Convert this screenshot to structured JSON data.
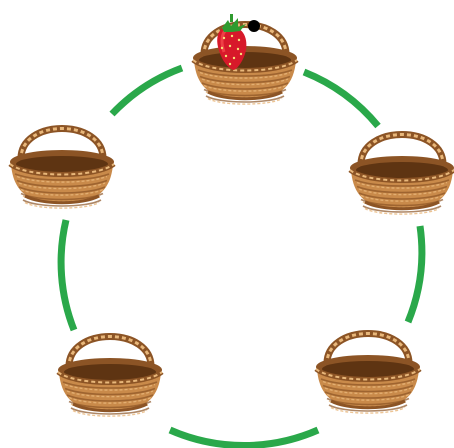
{
  "game": {
    "ring_color": "#2aa84a",
    "basket_color": "#c98a4a",
    "basket_dark": "#8c5425",
    "basket_light": "#e8b77a",
    "baskets": [
      {
        "position": "top",
        "contents": "strawberry",
        "has_marker": true
      },
      {
        "position": "right",
        "contents": "empty",
        "has_marker": false
      },
      {
        "position": "bottom-right",
        "contents": "empty",
        "has_marker": false
      },
      {
        "position": "bottom-left",
        "contents": "empty",
        "has_marker": false
      },
      {
        "position": "left",
        "contents": "empty",
        "has_marker": false
      }
    ],
    "icons": {
      "fruit": "strawberry-icon",
      "marker": "black-dot-icon"
    }
  }
}
